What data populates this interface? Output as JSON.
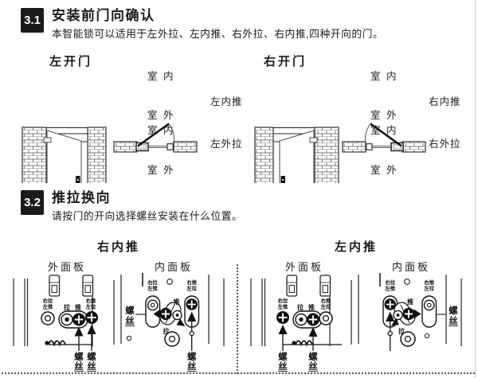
{
  "section_31": {
    "number": "3.1",
    "title": "安装前门向确认",
    "description": "本智能锁可以适用于左外拉、左内推、右外拉、右内推,四种开向的门。"
  },
  "section_32": {
    "number": "3.2",
    "title": "推拉换向",
    "description": "请按门的开向选择螺丝安装在什么位置。"
  },
  "door_direction": {
    "left": {
      "title": "左开门",
      "rows": [
        {
          "indoor": "室 内",
          "outdoor": "室 外",
          "label": "左内推"
        },
        {
          "indoor": "室 内",
          "outdoor": "室 外",
          "label": "左外拉"
        }
      ]
    },
    "right": {
      "title": "右开门",
      "rows": [
        {
          "indoor": "室 内",
          "outdoor": "室 外",
          "label": "右内推"
        },
        {
          "indoor": "室 内",
          "outdoor": "室 外",
          "label": "右外拉"
        }
      ]
    }
  },
  "reversal": {
    "left_block": {
      "title": "右内推",
      "outer_panel": "外面板",
      "inner_panel": "内面板"
    },
    "right_block": {
      "title": "左内推",
      "outer_panel": "外面板",
      "inner_panel": "内面板"
    },
    "marks": {
      "right_pull": "右拉",
      "left_push": "左推",
      "right_push": "右推",
      "left_pull": "左拉",
      "pull": "拉",
      "push": "推",
      "screw_top": "螺",
      "screw_bottom": "丝",
      "screw": "螺丝"
    }
  }
}
